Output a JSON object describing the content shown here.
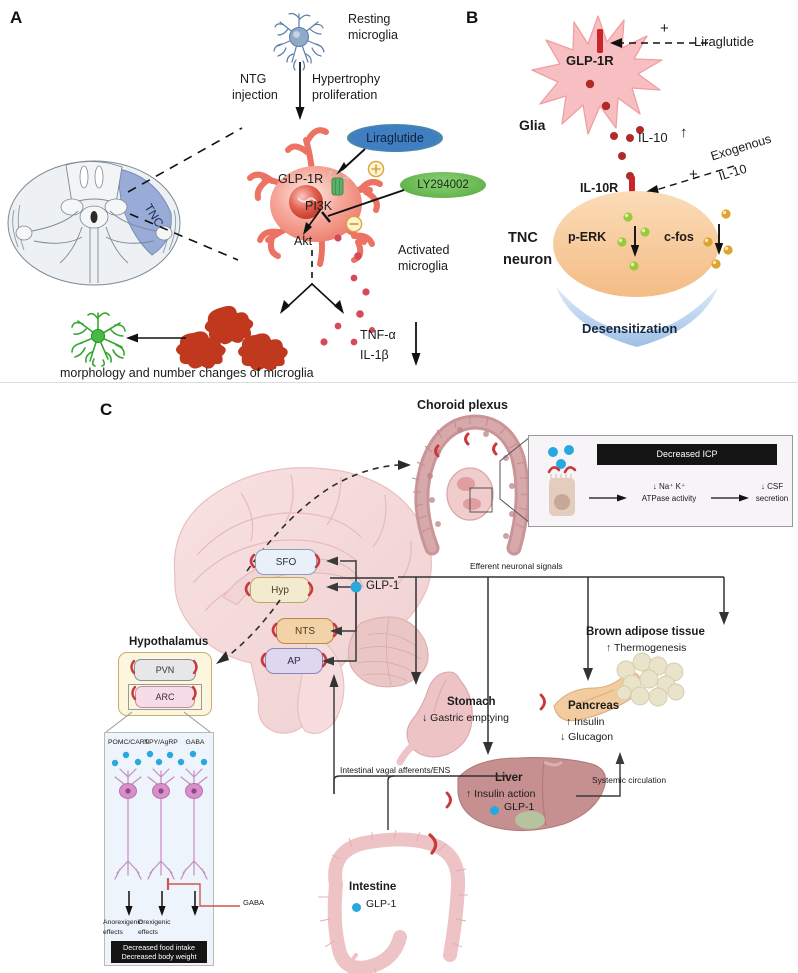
{
  "figure": {
    "panels": [
      "A",
      "B",
      "C"
    ]
  },
  "panelA": {
    "letter": "A",
    "resting_microglia": "Resting\nmicroglia",
    "resting_microglia_line1": "Resting",
    "resting_microglia_line2": "microglia",
    "ntg_injection_line1": "NTG",
    "ntg_injection_line2": "injection",
    "hypertrophy_line1": "Hypertrophy",
    "hypertrophy_line2": "proliferation",
    "tnc_label": "TNC",
    "glp1r_label": "GLP-1R",
    "pi3k_label": "PI3K",
    "akt_label": "Akt",
    "liraglutide_label": "Liraglutide",
    "ly294002_label": "LY294002",
    "plus_sign": "⊕",
    "minus_sign": "⊖",
    "activated_line1": "Activated",
    "activated_line2": "microglia",
    "tnf_alpha": "TNF-α",
    "il1beta": "IL-1β",
    "down_arrow": "↓",
    "caption": "morphology and number changes of microglia",
    "colors": {
      "microglia_red": "#e8675a",
      "liraglutide_fill": "#3f7fc1",
      "ly294002_fill": "#62b44a",
      "tnc_fill": "#8fa6d4",
      "green_microglia": "#3faa3f"
    }
  },
  "panelB": {
    "letter": "B",
    "glp1r_label": "GLP-1R",
    "glia_label": "Glia",
    "liraglutide_label": "Liraglutide",
    "plus_top": "+",
    "il10_label": "IL-10",
    "il10_arrow": "↑",
    "il10r_label": "IL-10R",
    "exogenous_line1": "Exogenous",
    "exogenous_line2": "IL-10",
    "plus_bottom": "+",
    "tnc_neuron_line1": "TNC",
    "tnc_neuron_line2": "neuron",
    "perk_label": "p-ERK",
    "perk_arrow": "↓",
    "cfos_label": "c-fos",
    "cfos_arrow": "↓",
    "desensitization_label": "Desensitization",
    "colors": {
      "glia_fill": "#f7c0c2",
      "glia_stroke": "#e79699",
      "neuron_fill": "#f7c48f",
      "desens_fill": "#bcd4ef",
      "perk_dot": "#8fc74a",
      "cfos_dot": "#e8a838",
      "receptor_red": "#c8262a"
    }
  },
  "panelC": {
    "letter": "C",
    "choroid_plexus": "Choroid plexus",
    "inset": {
      "decreased_icp": "Decreased ICP",
      "atpase_line1": "↓ Na⁺ K⁺",
      "atpase_line2": "ATPase activity",
      "csf_line1": "↓ CSF",
      "csf_line2": "secretion"
    },
    "brain_nodes": [
      {
        "id": "sfo",
        "label": "SFO",
        "color": "#e9f0fa"
      },
      {
        "id": "hyp",
        "label": "Hyp",
        "color": "#f3ead0"
      },
      {
        "id": "nts",
        "label": "NTS",
        "color": "#f2d3a8"
      },
      {
        "id": "ap",
        "label": "AP",
        "color": "#ddd8ef"
      }
    ],
    "glp1_label": "GLP-1",
    "efferent_label": "Efferent neuronal signals",
    "intestinal_label": "Intestinal vagal afferents/ENS",
    "systemic_label": "Systemic circulation",
    "hypothalamus_title": "Hypothalamus",
    "pvn_label": "PVN",
    "arc_label": "ARC",
    "neuron_groups": [
      "POMC/CART",
      "NPY/AgRP",
      "GABA"
    ],
    "anorexigenic_line1": "Anorexigenic",
    "anorexigenic_line2": "effects",
    "orexigenic_line1": "Orexigenic",
    "orexigenic_line2": "effects",
    "gaba_label": "GABA",
    "outcome_line1": "Decreased food intake",
    "outcome_line2": "Decreased body weight",
    "organs": [
      {
        "id": "stomach",
        "title": "Stomach",
        "lines": [
          "↓ Gastric emptying"
        ]
      },
      {
        "id": "pancreas",
        "title": "Pancreas",
        "lines": [
          "↑ Insulin",
          "↓ Glucagon"
        ]
      },
      {
        "id": "bat",
        "title": "Brown adipose tissue",
        "lines": [
          "↑ Thermogenesis"
        ]
      },
      {
        "id": "liver",
        "title": "Liver",
        "lines": [
          "↑ Insulin action",
          "GLP-1"
        ]
      },
      {
        "id": "intestine",
        "title": "Intestine",
        "lines": [
          "GLP-1"
        ]
      }
    ],
    "liver_title": "Liver",
    "liver_insulin": "↑ Insulin action",
    "liver_glp1": "GLP-1",
    "intestine_title": "Intestine",
    "intestine_glp1": "GLP-1",
    "stomach_title": "Stomach",
    "stomach_line": "↓ Gastric emptying",
    "pancreas_title": "Pancreas",
    "pancreas_line1": "↑ Insulin",
    "pancreas_line2": "↓ Glucagon",
    "bat_title": "Brown adipose tissue",
    "bat_line": "↑ Thermogenesis",
    "colors": {
      "brain_fill": "#f5dada",
      "organ_pink": "#eec3c6",
      "liver_brown": "#c79090",
      "pancreas_tan": "#f0cba0",
      "bat_cream": "#e8e2c8",
      "glp1_dot": "#29a8e0",
      "receptor_red": "#c8383c"
    }
  }
}
